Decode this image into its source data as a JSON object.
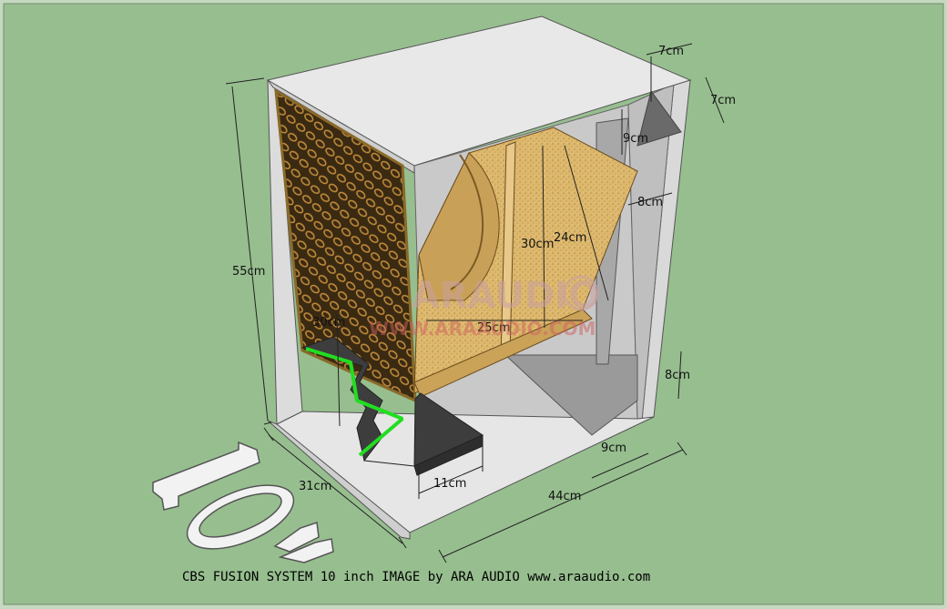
{
  "colors": {
    "background": "#97be8f",
    "frame": "#c5d9c0",
    "panel_white": "#e4e4e4",
    "panel_grey": "#b5b5b5",
    "panel_dark": "#3d3d3d",
    "wood": "#d9b66a",
    "grille": "#8a6a2a",
    "accent_green": "#22dd22",
    "dimension_line": "#222222"
  },
  "dimensions": {
    "height": "55cm",
    "depth": "31cm",
    "width": "44cm",
    "top_rear_a": "7cm",
    "top_rear_b": "7cm",
    "port_top": "9cm",
    "port_side": "8cm",
    "horn_height": "30cm",
    "horn_diagonal": "24cm",
    "horn_base": "25cm",
    "front_opening": "30cm",
    "bottom_rear_height": "8cm",
    "bottom_rear_width": "9cm",
    "bottom_front": "11cm"
  },
  "watermark": {
    "logo": "ARAUDIO",
    "url": "WWW.ARAAUDIO.COM"
  },
  "logo_3d": "10w",
  "caption": "CBS FUSION SYSTEM 10 inch IMAGE by ARA AUDIO www.araaudio.com"
}
